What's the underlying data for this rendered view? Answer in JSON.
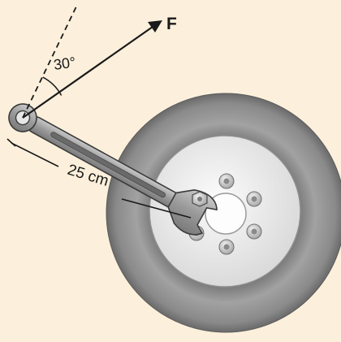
{
  "diagram": {
    "force_label": "F",
    "angle_label": "30°",
    "length_label": "25 cm",
    "colors": {
      "background": "#fcf0dc",
      "tire": "#8d8d8d",
      "hub": "#f1f1f1",
      "wrench": "#9b9b9b",
      "ink": "#1a1a1a"
    }
  }
}
